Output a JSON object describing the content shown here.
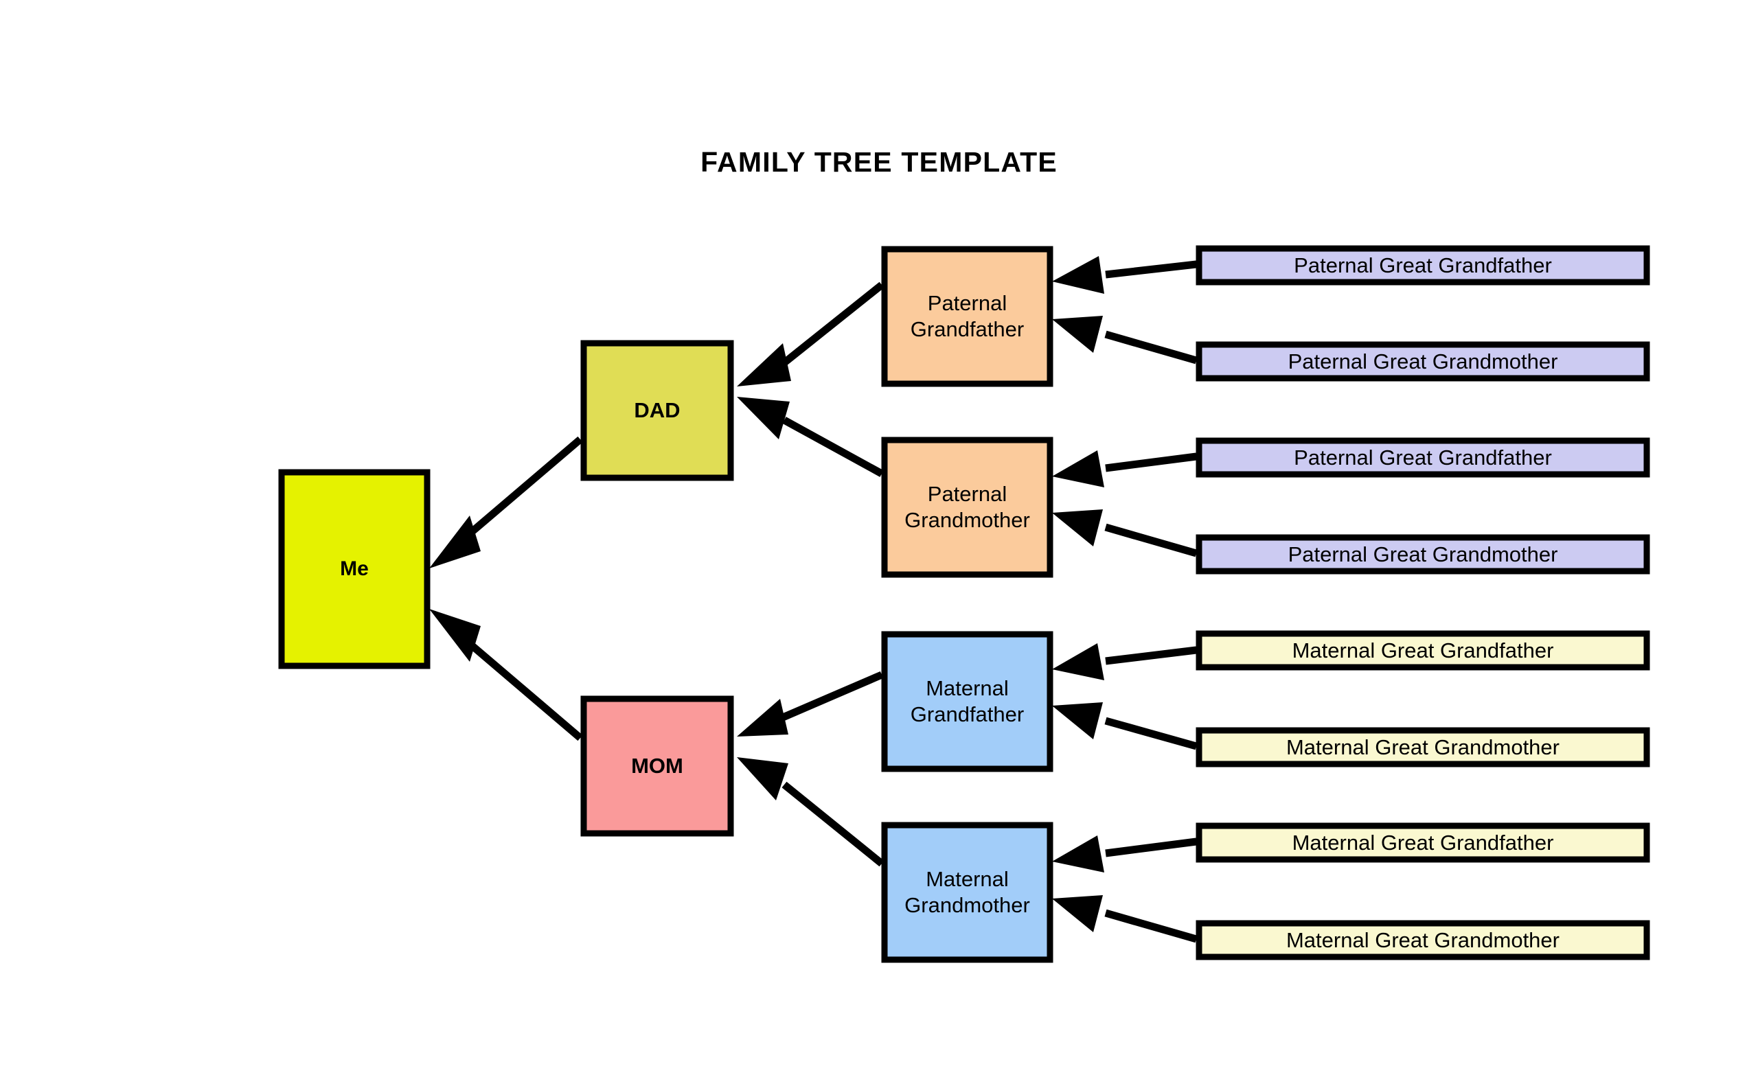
{
  "title": "FAMILY TREE TEMPLATE",
  "colors": {
    "background": "#ffffff",
    "border": "#000000",
    "me": "#e5f200",
    "dad": "#e0dd55",
    "mom": "#fa9a9a",
    "paternal_grandparent": "#fbcb9c",
    "maternal_grandparent": "#a2cdf9",
    "paternal_great_grandparent": "#cccbf2",
    "maternal_great_grandparent": "#faf8d0",
    "text": "#000000"
  },
  "nodes": {
    "me": {
      "label": "Me",
      "generation": "self"
    },
    "dad": {
      "label": "DAD",
      "generation": "parent"
    },
    "mom": {
      "label": "MOM",
      "generation": "parent"
    },
    "paternal_grandfather": {
      "line1": "Paternal",
      "line2": "Grandfather",
      "generation": "grandparent"
    },
    "paternal_grandmother": {
      "line1": "Paternal",
      "line2": "Grandmother",
      "generation": "grandparent"
    },
    "maternal_grandfather": {
      "line1": "Maternal",
      "line2": "Grandfather",
      "generation": "grandparent"
    },
    "maternal_grandmother": {
      "line1": "Maternal",
      "line2": "Grandmother",
      "generation": "grandparent"
    }
  },
  "great_grandparents": [
    {
      "id": "pgf_father",
      "label": "Paternal Great Grandfather",
      "side": "paternal",
      "parent_of": "paternal_grandfather"
    },
    {
      "id": "pgf_mother",
      "label": "Paternal Great Grandmother",
      "side": "paternal",
      "parent_of": "paternal_grandfather"
    },
    {
      "id": "pgm_father",
      "label": "Paternal Great Grandfather",
      "side": "paternal",
      "parent_of": "paternal_grandmother"
    },
    {
      "id": "pgm_mother",
      "label": "Paternal Great Grandmother",
      "side": "paternal",
      "parent_of": "paternal_grandmother"
    },
    {
      "id": "mgf_father",
      "label": "Maternal Great Grandfather",
      "side": "maternal",
      "parent_of": "maternal_grandfather"
    },
    {
      "id": "mgf_mother",
      "label": "Maternal Great Grandmother",
      "side": "maternal",
      "parent_of": "maternal_grandfather"
    },
    {
      "id": "mgm_father",
      "label": "Maternal Great Grandfather",
      "side": "maternal",
      "parent_of": "maternal_grandmother"
    },
    {
      "id": "mgm_mother",
      "label": "Maternal Great Grandmother",
      "side": "maternal",
      "parent_of": "maternal_grandmother"
    }
  ],
  "edges": [
    {
      "from": "dad",
      "to": "me"
    },
    {
      "from": "mom",
      "to": "me"
    },
    {
      "from": "paternal_grandfather",
      "to": "dad"
    },
    {
      "from": "paternal_grandmother",
      "to": "dad"
    },
    {
      "from": "maternal_grandfather",
      "to": "mom"
    },
    {
      "from": "maternal_grandmother",
      "to": "mom"
    },
    {
      "from": "pgf_father",
      "to": "paternal_grandfather"
    },
    {
      "from": "pgf_mother",
      "to": "paternal_grandfather"
    },
    {
      "from": "pgm_father",
      "to": "paternal_grandmother"
    },
    {
      "from": "pgm_mother",
      "to": "paternal_grandmother"
    },
    {
      "from": "mgf_father",
      "to": "maternal_grandfather"
    },
    {
      "from": "mgf_mother",
      "to": "maternal_grandfather"
    },
    {
      "from": "mgm_father",
      "to": "maternal_grandmother"
    },
    {
      "from": "mgm_mother",
      "to": "maternal_grandmother"
    }
  ]
}
